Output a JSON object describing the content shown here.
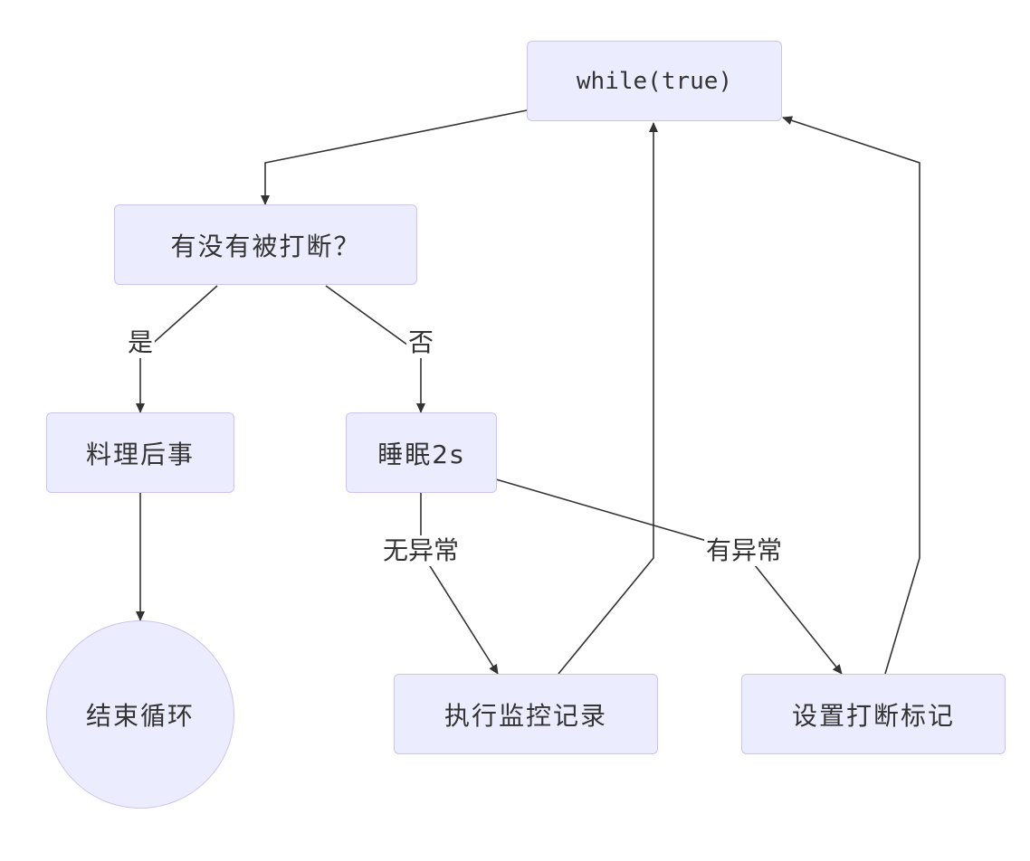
{
  "nodes": {
    "loop": "while(true)",
    "check": "有没有被打断？",
    "cleanup": "料理后事",
    "end": "结束循环",
    "sleep": "睡眠2s",
    "record": "执行监控记录",
    "mark": "设置打断标记"
  },
  "edges": {
    "yes": "是",
    "no": "否",
    "no_exception": "无异常",
    "exception": "有异常"
  },
  "colors": {
    "node_fill": "#ececff",
    "node_border": "#cbc3f0",
    "line": "#333333"
  }
}
